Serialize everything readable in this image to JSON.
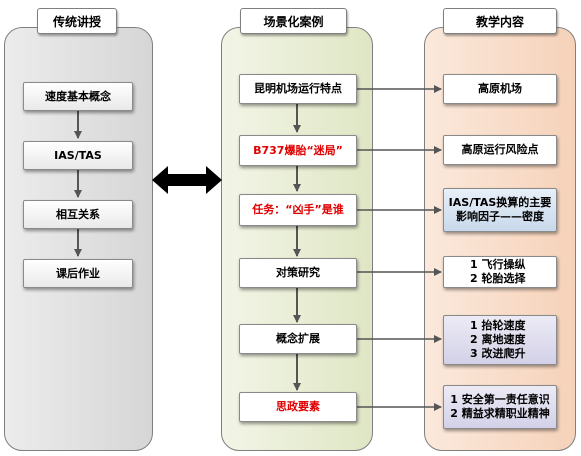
{
  "columns": {
    "left": {
      "title": "传统讲授"
    },
    "mid": {
      "title": "场景化案例"
    },
    "right": {
      "title": "教学内容"
    }
  },
  "left_items": [
    "速度基本概念",
    "IAS/TAS",
    "相互关系",
    "课后作业"
  ],
  "mid_items": [
    {
      "text": "昆明机场运行特点",
      "color": "#000000"
    },
    {
      "text": "B737爆胎“迷局”",
      "color": "#e00000"
    },
    {
      "text": "任务：“凶手”是谁",
      "color": "#e00000"
    },
    {
      "text": "对策研究",
      "color": "#000000"
    },
    {
      "text": "概念扩展",
      "color": "#000000"
    },
    {
      "text": "思政要素",
      "color": "#e00000"
    }
  ],
  "right_items": [
    {
      "lines": [
        "高原机场"
      ]
    },
    {
      "lines": [
        "高原运行风险点"
      ]
    },
    {
      "lines": [
        "IAS/TAS换算的主要",
        "影响因子——密度"
      ]
    },
    {
      "lines": [
        "1 飞行操纵",
        "2 轮胎选择"
      ]
    },
    {
      "lines": [
        "1 抬轮速度",
        "2 离地速度",
        "3 改进爬升"
      ]
    },
    {
      "lines": [
        "1 安全第一责任意识",
        "2 精益求精职业精神"
      ]
    }
  ],
  "colors": {
    "red_text": "#e00000",
    "left_panel": "#dcdcdc",
    "mid_panel": "#e3e9cb",
    "right_panel": "#f8d9c4",
    "blue_box": "#d3e1f0",
    "purple_box": "#dcdaeb",
    "arrow": "#555555"
  }
}
